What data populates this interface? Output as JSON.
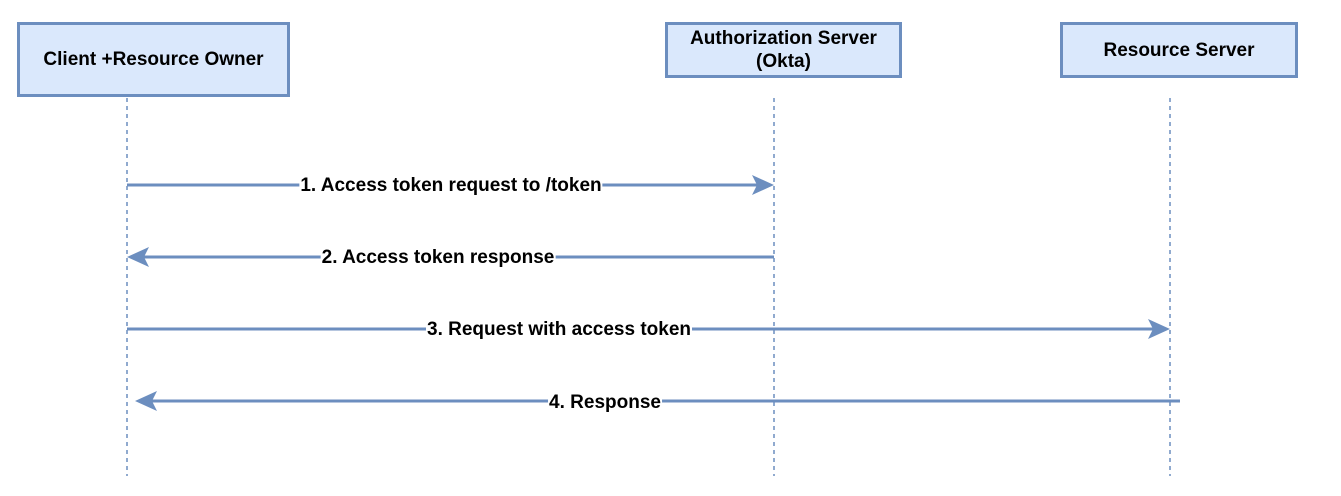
{
  "participants": {
    "client": {
      "label": "Client +Resource Owner"
    },
    "auth": {
      "line1": "Authorization Server",
      "line2": "(Okta)"
    },
    "resource": {
      "label": "Resource Server"
    }
  },
  "messages": [
    {
      "label": "1. Access token request to /token",
      "from": "client",
      "to": "auth"
    },
    {
      "label": "2. Access token response",
      "from": "auth",
      "to": "client"
    },
    {
      "label": "3. Request with access token",
      "from": "client",
      "to": "resource"
    },
    {
      "label": "4. Response",
      "from": "resource",
      "to": "client"
    }
  ],
  "colors": {
    "participant_fill": "#dae8fc",
    "participant_border": "#6c8ebf",
    "arrow": "#6c8ebf",
    "text": "#000000"
  }
}
